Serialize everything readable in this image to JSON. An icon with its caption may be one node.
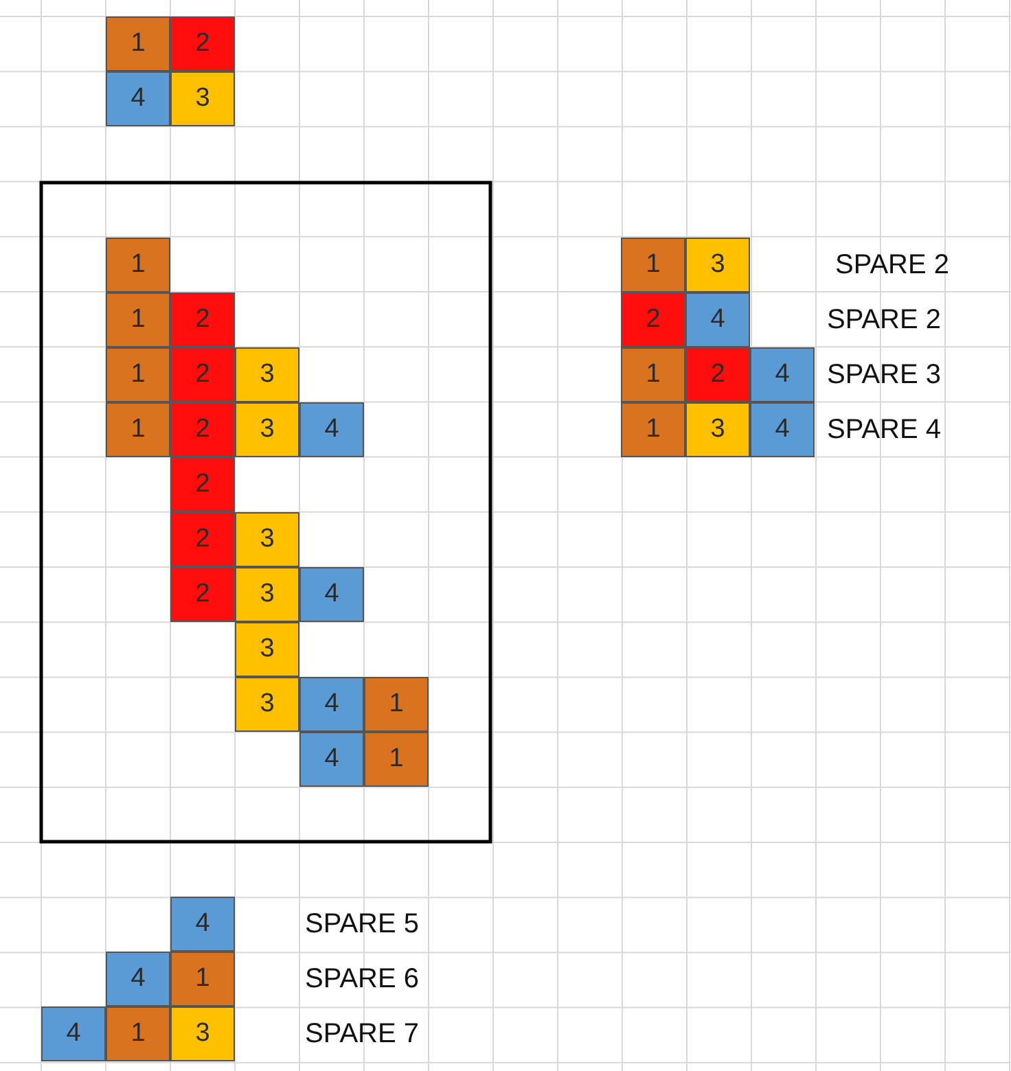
{
  "diagram": {
    "labels": [
      "1",
      "2",
      "4",
      "3",
      "1",
      "1",
      "2",
      "1",
      "2",
      "3",
      "1",
      "2",
      "3",
      "4",
      "2",
      "2",
      "3",
      "2",
      "3",
      "4",
      "3",
      "3",
      "4",
      "1",
      "4",
      "1",
      "1",
      "3",
      "SPARE 2",
      "2",
      "4",
      "SPARE 2",
      "1",
      "2",
      "4",
      "SPARE 3",
      "1",
      "3",
      "4",
      "SPARE 4",
      "4",
      "SPARE 5",
      "4",
      "1",
      "SPARE 6",
      "4",
      "1",
      "3",
      "SPARE 7"
    ]
  }
}
